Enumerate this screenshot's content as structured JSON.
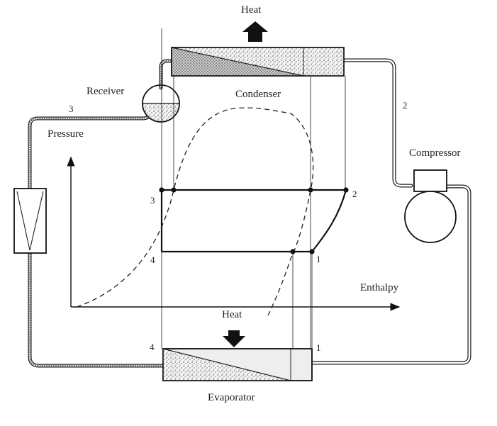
{
  "labels": {
    "heat_top": "Heat",
    "heat_bottom": "Heat",
    "condenser": "Condenser",
    "evaporator": "Evaporator",
    "receiver": "Receiver",
    "compressor": "Compressor",
    "pressure": "Pressure",
    "enthalpy": "Enthalpy"
  },
  "points": {
    "p1": "1",
    "p2": "2",
    "p3": "3",
    "p4": "4",
    "evap_in": "4",
    "evap_out": "1",
    "line3": "3",
    "line2": "2"
  },
  "colors": {
    "ink": "#1a1a1a",
    "stipple": "#888888",
    "fill_light": "#e6e6e6"
  }
}
